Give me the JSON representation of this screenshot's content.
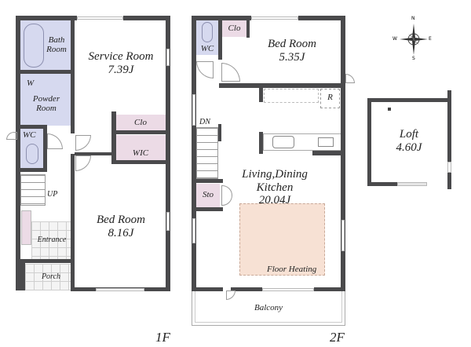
{
  "floors": [
    {
      "label": "1F",
      "rooms": {
        "bath": {
          "name": "Bath",
          "name2": "Room"
        },
        "washer": {
          "name": "W"
        },
        "powder": {
          "name": "Powder",
          "name2": "Room"
        },
        "wc": {
          "name": "WC"
        },
        "service": {
          "name": "Service Room",
          "size": "7.39J"
        },
        "clo": {
          "name": "Clo"
        },
        "wic": {
          "name": "WIC"
        },
        "bed": {
          "name": "Bed Room",
          "size": "8.16J"
        },
        "stairs": {
          "name": "UP"
        },
        "entrance": {
          "name": "Entrance"
        },
        "porch": {
          "name": "Porch"
        }
      }
    },
    {
      "label": "2F",
      "rooms": {
        "wc": {
          "name": "WC"
        },
        "clo": {
          "name": "Clo"
        },
        "bed": {
          "name": "Bed Room",
          "size": "5.35J"
        },
        "fridge": {
          "name": "R"
        },
        "stairs": {
          "name": "DN"
        },
        "sto": {
          "name": "Sto"
        },
        "ldk": {
          "name": "Living,Dining",
          "name2": "Kitchen",
          "size": "20.04J"
        },
        "heating": {
          "name": "Floor Heating"
        },
        "balcony": {
          "name": "Balcony"
        }
      }
    },
    {
      "rooms": {
        "loft": {
          "name": "Loft",
          "size": "4.60J"
        }
      }
    }
  ],
  "compass": {
    "n": "N",
    "e": "E",
    "s": "S",
    "w": "W"
  },
  "colors": {
    "wall": "#4a4a4c",
    "wet_area": "#d6d9ef",
    "storage": "#ecdbe6",
    "floor_heating": "#f7e1d4"
  }
}
